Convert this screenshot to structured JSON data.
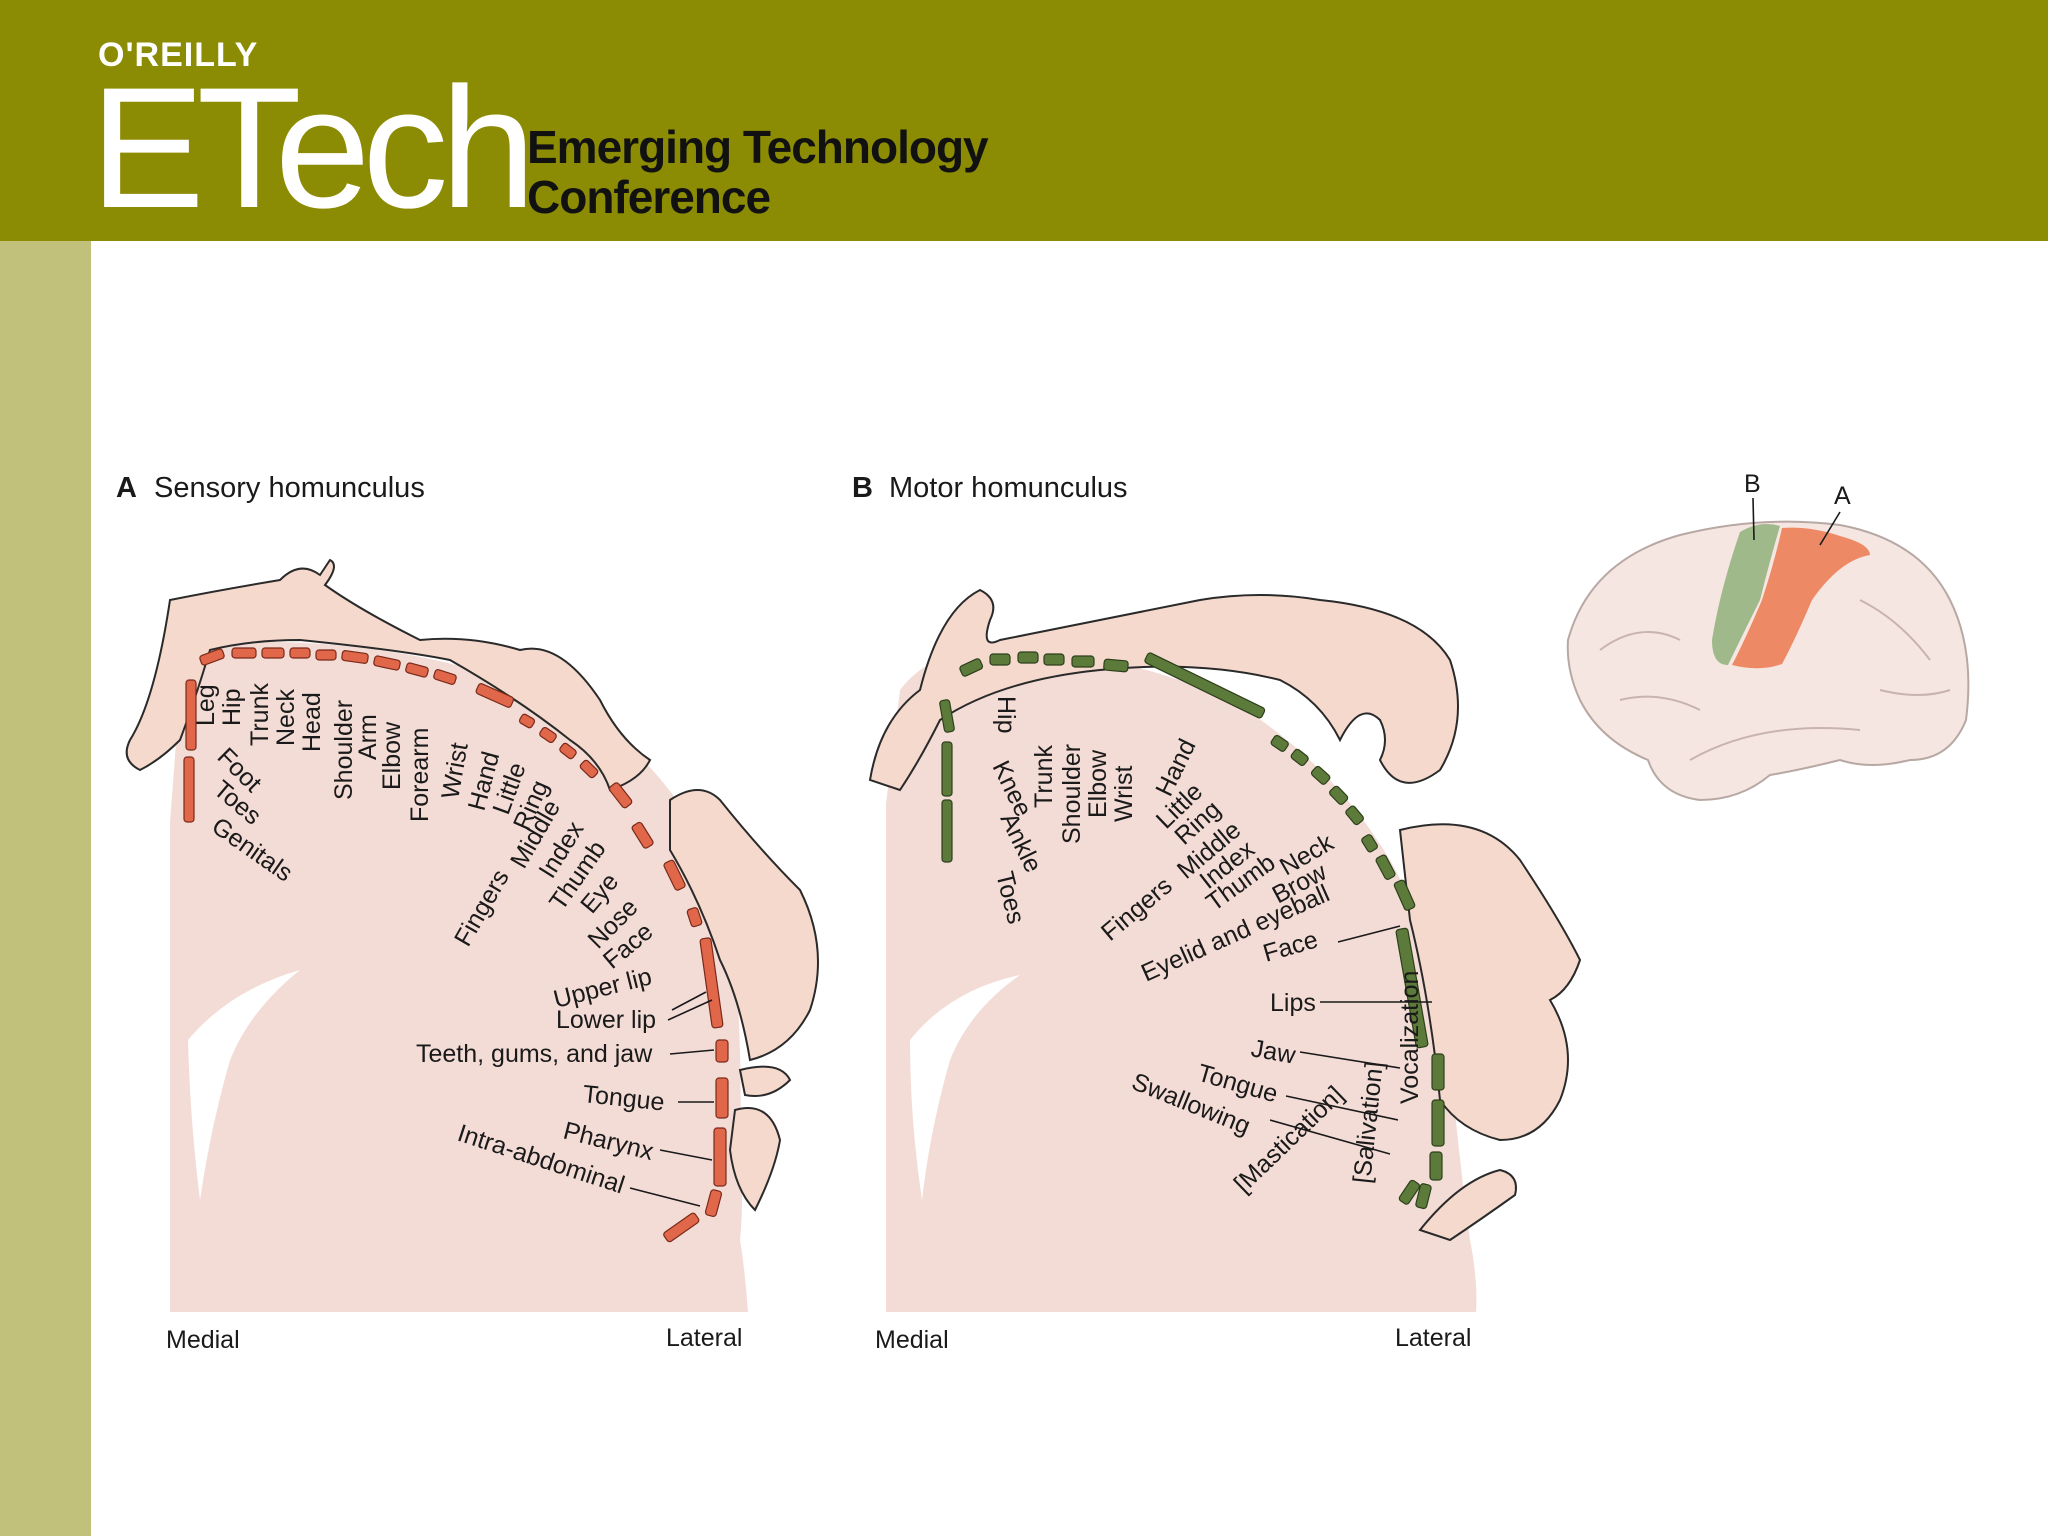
{
  "header": {
    "publisher": "O'REILLY",
    "brand": "ETech",
    "subtitle_line1": "Emerging Technology",
    "subtitle_line2": "Conference"
  },
  "colors": {
    "header_bg": "#8c8c04",
    "sidebar_strip": "#c1c17b",
    "sensory_cortex": "#e0674a",
    "motor_cortex": "#5c7b3a",
    "tissue": "#f4dcd6"
  },
  "panel_a": {
    "letter": "A",
    "title": "Sensory homunculus",
    "medial": "Medial",
    "lateral": "Lateral",
    "labels": [
      "Leg",
      "Hip",
      "Trunk",
      "Neck",
      "Head",
      "Shoulder",
      "Arm",
      "Elbow",
      "Forearm",
      "Wrist",
      "Hand",
      "Little",
      "Ring",
      "Middle",
      "Index",
      "Thumb",
      "Eye",
      "Nose",
      "Face",
      "Foot",
      "Toes",
      "Genitals",
      "Fingers",
      "Upper lip",
      "Lower lip",
      "Teeth, gums, and jaw",
      "Tongue",
      "Pharynx",
      "Intra-abdominal"
    ]
  },
  "panel_b": {
    "letter": "B",
    "title": "Motor homunculus",
    "medial": "Medial",
    "lateral": "Lateral",
    "labels": [
      "Hip",
      "Trunk",
      "Shoulder",
      "Elbow",
      "Wrist",
      "Hand",
      "Knee",
      "Ankle",
      "Toes",
      "Little",
      "Ring",
      "Middle",
      "Index",
      "Thumb",
      "Fingers",
      "Neck",
      "Brow",
      "Eyelid and eyeball",
      "Face",
      "Lips",
      "Jaw",
      "Tongue",
      "Swallowing",
      "[Mastication]",
      "[Salivation]",
      "Vocalization"
    ]
  },
  "brain_inset": {
    "label_b": "B",
    "label_a": "A"
  }
}
